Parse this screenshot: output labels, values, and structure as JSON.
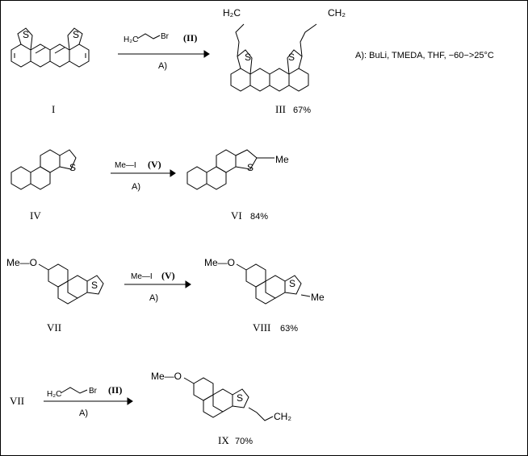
{
  "reagents": {
    "allyl_bromide_h2c": "H₂C",
    "allyl_bromide_br": "Br",
    "allyl_bromide_id": "(II)",
    "methyl_iodide": "Me—I",
    "methyl_iodide_id": "(V)"
  },
  "conditions": {
    "arrow_label": "A)",
    "definition": "A): BuLi, TMEDA, THF, −60−>25°C"
  },
  "atoms": {
    "S": "S",
    "CH2": "CH₂",
    "H2C": "H₂C",
    "Me": "Me",
    "MeO": "Me—O"
  },
  "compounds": {
    "I": "I",
    "III": "III",
    "III_yield": "67%",
    "IV": "IV",
    "VI": "VI",
    "VI_yield": "84%",
    "VII": "VII",
    "VIII": "VIII",
    "VIII_yield": "63%",
    "VII_ref": "VII",
    "IX": "IX",
    "IX_yield": "70%"
  }
}
